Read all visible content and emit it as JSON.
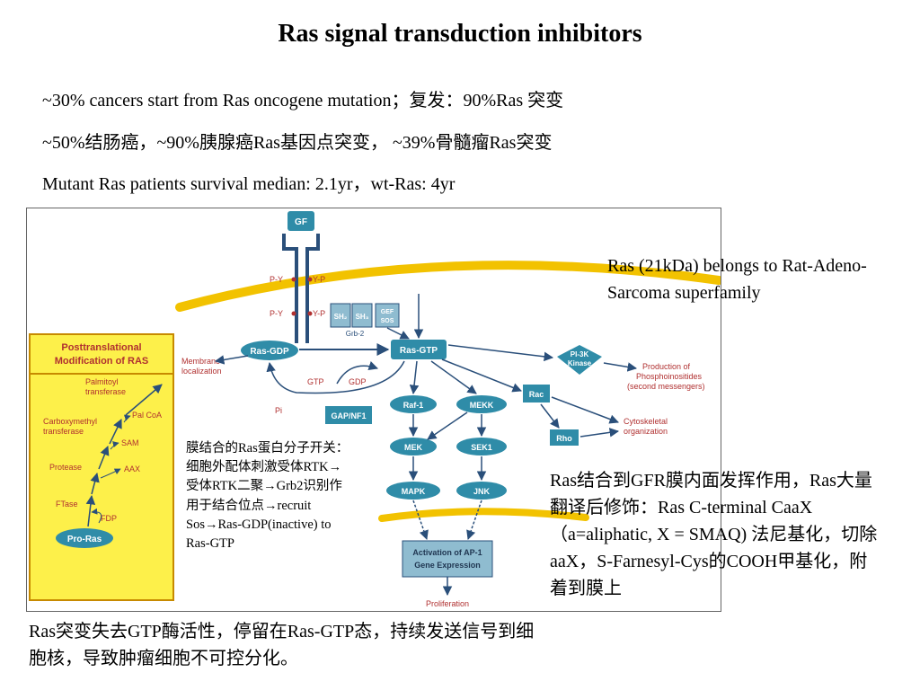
{
  "title": "Ras signal transduction inhibitors",
  "bullets": [
    "~30% cancers start from Ras oncogene mutation；复发：90%Ras 突变",
    "~50%结肠癌，~90%胰腺癌Ras基因点突变， ~39%骨髓瘤Ras突变",
    "Mutant Ras patients survival median: 2.1yr，wt-Ras: 4yr"
  ],
  "diagram": {
    "gf": "GF",
    "py_top": "P-Y",
    "yp_top": "Y-P",
    "py_bottom": "P-Y",
    "yp_bottom": "Y-P",
    "sh2": "SH₂",
    "sh3": "SH₃",
    "gef_sos_1": "GEF",
    "gef_sos_2": "SOS",
    "grb2": "Grb-2",
    "ras_gdp": "Ras-GDP",
    "ras_gtp": "Ras-GTP",
    "membrane_1": "Membrane",
    "membrane_2": "localization",
    "gtp": "GTP",
    "gdp": "GDP",
    "pi": "Pi",
    "gap_nf1": "GAP/NF1",
    "pi3k_1": "PI-3K",
    "pi3k_2": "Kinase",
    "production_1": "Production of",
    "production_2": "Phosphoinositides",
    "production_3": "(second messengers)",
    "raf1": "Raf-1",
    "mekk": "MEKK",
    "rac": "Rac",
    "rho": "Rho",
    "cyto_1": "Cytoskeletal",
    "cyto_2": "organization",
    "mek": "MEK",
    "sek1": "SEK1",
    "mapk": "MAPK",
    "jnk": "JNK",
    "ap1_1": "Activation of AP-1",
    "ap1_2": "Gene Expression",
    "proliferation": "Proliferation",
    "ptm_title_1": "Posttranslational",
    "ptm_title_2": "Modification of RAS",
    "palmitoyl_1": "Palmitoyl",
    "palmitoyl_2": "transferase",
    "palcoa": "Pal CoA",
    "carboxy_1": "Carboxymethyl",
    "carboxy_2": "transferase",
    "sam": "SAM",
    "protease": "Protease",
    "aax": "AAX",
    "ftase": "FTase",
    "fdp": "FDP",
    "proras": "Pro-Ras"
  },
  "overlay_note": "膜结合的Ras蛋白分子开关：细胞外配体刺激受体RTK→受体RTK二聚→Grb2识别作用于结合位点→recruit Sos→Ras-GDP(inactive) to Ras-GTP",
  "side_notes": [
    "Ras (21kDa) belongs to Rat-Adeno-Sarcoma superfamily",
    "Ras结合到GFR膜内面发挥作用，Ras大量翻译后修饰：Ras C-terminal CaaX （a=aliphatic, X = SMAQ) 法尼基化，切除aaX，S-Farnesyl-Cys的COOH甲基化，附着到膜上"
  ],
  "bottom_note": "Ras突变失去GTP酶活性，停留在Ras-GTP态，持续发送信号到细胞核，导致肿瘤细胞不可控分化。",
  "colors": {
    "node_fill": "#2f8ca8",
    "box_fill": "#8fbcd0",
    "membrane": "#f2c200",
    "ptm_fill": "#fdf04a",
    "ptm_border": "#c78a00",
    "arrow": "#2a4f7a",
    "label_red": "#b03030"
  }
}
